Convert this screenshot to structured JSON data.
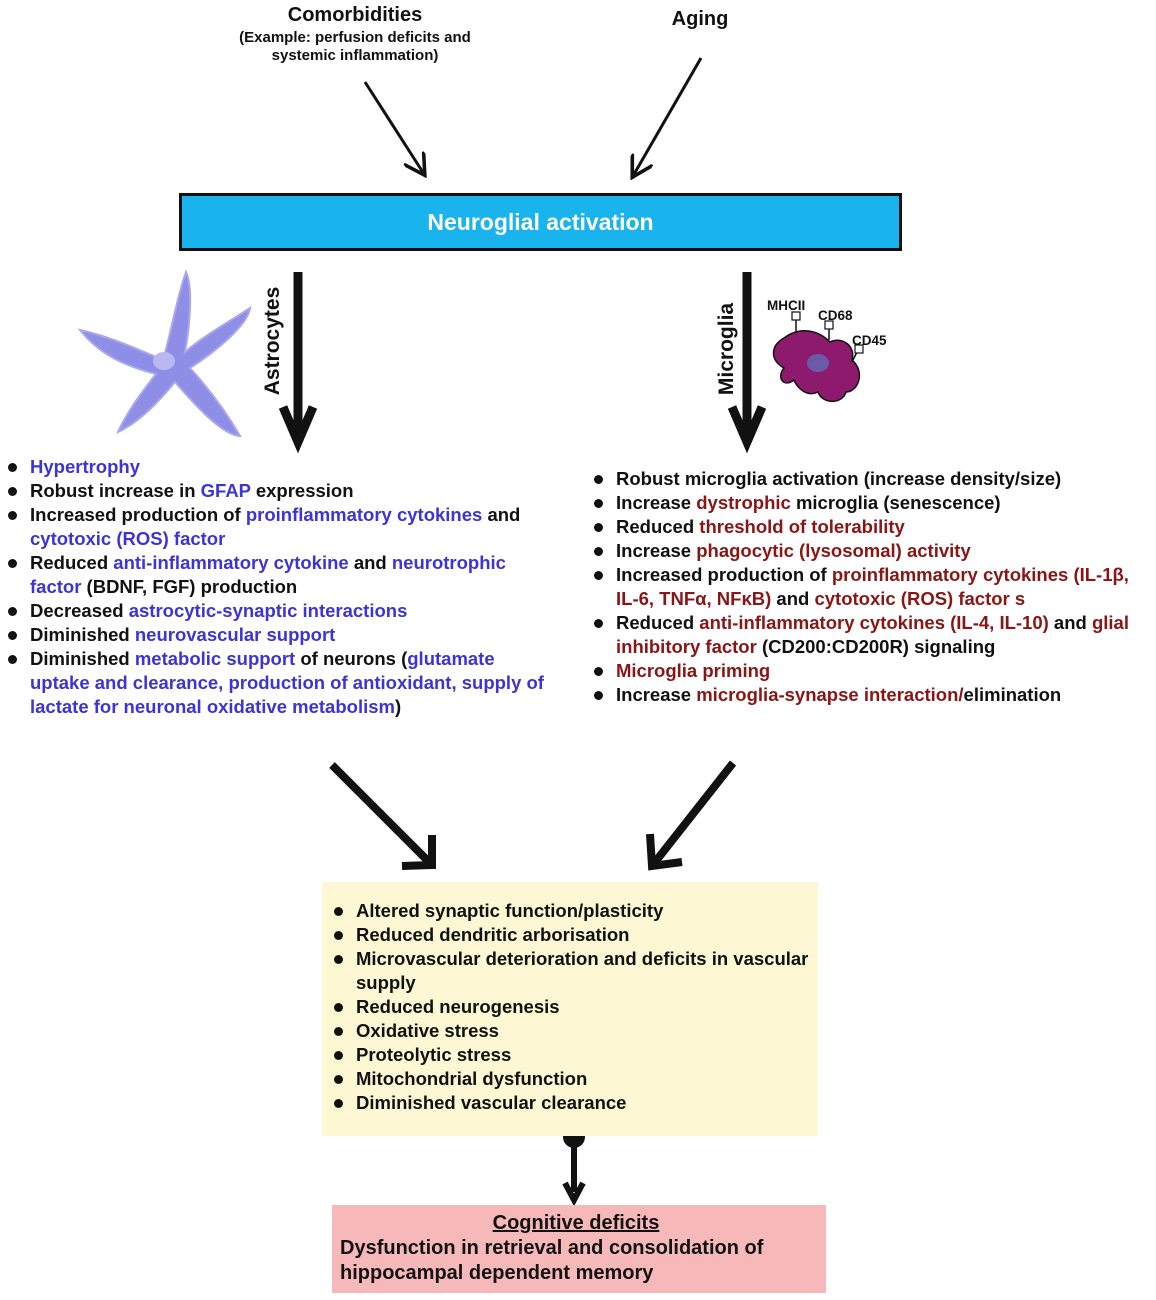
{
  "inputs": {
    "comorbidities_title": "Comorbidities",
    "comorbidities_example": "(Example: perfusion deficits and systemic inflammation)",
    "aging": "Aging"
  },
  "activation_label": "Neuroglial activation",
  "astrocytes": {
    "label": "Astrocytes",
    "items": [
      [
        {
          "t": "Hypertrophy",
          "c": "blue"
        }
      ],
      [
        {
          "t": "Robust increase in "
        },
        {
          "t": "GFAP",
          "c": "blue"
        },
        {
          "t": " expression"
        }
      ],
      [
        {
          "t": "Increased production of "
        },
        {
          "t": "proinflammatory cytokines",
          "c": "blue"
        },
        {
          "t": " and "
        },
        {
          "t": "cytotoxic (ROS) factor",
          "c": "blue"
        }
      ],
      [
        {
          "t": "Reduced "
        },
        {
          "t": "anti-inflammatory cytokine",
          "c": "blue"
        },
        {
          "t": " and "
        },
        {
          "t": "neurotrophic factor",
          "c": "blue"
        },
        {
          "t": " (BDNF, FGF) production"
        }
      ],
      [
        {
          "t": "Decreased "
        },
        {
          "t": "astrocytic-synaptic interactions",
          "c": "blue"
        }
      ],
      [
        {
          "t": "Diminished "
        },
        {
          "t": "neurovascular support",
          "c": "blue"
        }
      ],
      [
        {
          "t": "Diminished "
        },
        {
          "t": "metabolic support",
          "c": "blue"
        },
        {
          "t": " of neurons ("
        },
        {
          "t": "glutamate uptake and clearance,   production of antioxidant, supply of lactate  for neuronal oxidative metabolism",
          "c": "blue"
        },
        {
          "t": ")"
        }
      ]
    ]
  },
  "microglia": {
    "label": "Microglia",
    "markers": [
      "MHCII",
      "CD68",
      "CD45"
    ],
    "items": [
      [
        {
          "t": "Robust microglia activation (increase density/size)"
        }
      ],
      [
        {
          "t": "Increase "
        },
        {
          "t": "dystrophic",
          "c": "red"
        },
        {
          "t": " microglia (senescence)"
        }
      ],
      [
        {
          "t": "Reduced "
        },
        {
          "t": "threshold of tolerability",
          "c": "red"
        }
      ],
      [
        {
          "t": "Increase "
        },
        {
          "t": "phagocytic (lysosomal) activity",
          "c": "red"
        }
      ],
      [
        {
          "t": "Increased production of "
        },
        {
          "t": "proinflammatory cytokines (IL-1β, IL-6, TNFα, NFκB)",
          "c": "red"
        },
        {
          "t": " and "
        },
        {
          "t": "cytotoxic (ROS) factor s",
          "c": "red"
        }
      ],
      [
        {
          "t": "Reduced "
        },
        {
          "t": "anti-inflammatory cytokines (IL-4, IL-10)",
          "c": "red"
        },
        {
          "t": " and "
        },
        {
          "t": "glial inhibitory factor",
          "c": "red"
        },
        {
          "t": " (CD200:CD200R) signaling"
        }
      ],
      [
        {
          "t": "Microglia priming",
          "c": "red"
        }
      ],
      [
        {
          "t": "Increase "
        },
        {
          "t": "microglia-synapse interaction/",
          "c": "red"
        },
        {
          "t": "elimination"
        }
      ]
    ]
  },
  "outcomes": [
    "Altered synaptic function/plasticity",
    "Reduced dendritic arborisation",
    "Microvascular deterioration and deficits in vascular supply",
    "Reduced neurogenesis",
    "Oxidative stress",
    "Proteolytic stress",
    "Mitochondrial dysfunction",
    "Diminished vascular clearance"
  ],
  "cognitive": {
    "title": "Cognitive deficits",
    "text": "Dysfunction in retrieval and consolidation of hippocampal dependent memory"
  },
  "colors": {
    "activation_bar": "#19b4ee",
    "astro_text": "#3d33d6",
    "micro_text": "#8b1515",
    "outcome_box": "#fdf7d4",
    "deficit_box": "#f6b8b8",
    "astrocyte_cell": "#8f8ee6",
    "microglia_cell": "#8e1a6e"
  }
}
